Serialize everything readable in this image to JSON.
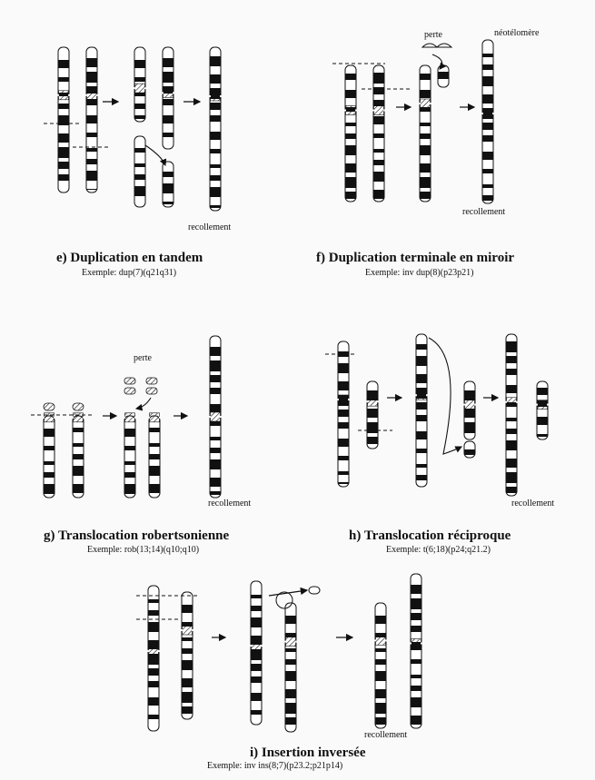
{
  "panels": {
    "e": {
      "title": "e) Duplication en tandem",
      "example": "Exemple: dup(7)(q21q31)",
      "labels": {
        "join": "recollement"
      }
    },
    "f": {
      "title": "f) Duplication terminale en miroir",
      "example": "Exemple: inv dup(8)(p23p21)",
      "labels": {
        "loss": "perte",
        "neotelomere": "néotélomère",
        "join": "recollement"
      }
    },
    "g": {
      "title": "g) Translocation robertsonienne",
      "example": "Exemple: rob(13;14)(q10;q10)",
      "labels": {
        "loss": "perte",
        "join": "recollement"
      }
    },
    "h": {
      "title": "h) Translocation réciproque",
      "example": "Exemple: t(6;18)(p24;q21.2)",
      "labels": {
        "join": "recollement"
      }
    },
    "i": {
      "title": "i) Insertion inversée",
      "example": "Exemple: inv ins(8;7)(p23.2;p21p14)",
      "labels": {
        "join": "recollement"
      }
    }
  },
  "colors": {
    "ink": "#111111",
    "band_dark": "#111111",
    "band_light": "#ffffff",
    "background": "#fafafa"
  }
}
